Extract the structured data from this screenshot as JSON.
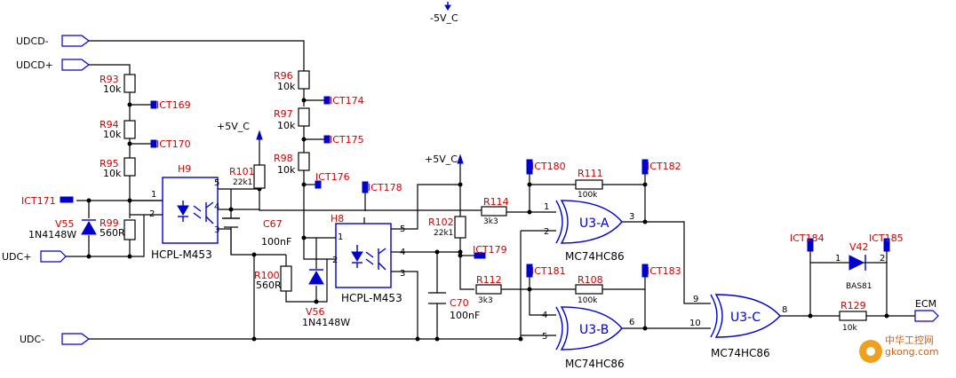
{
  "ports": {
    "udcd_minus": "UDCD-",
    "udcd_plus": "UDCD+",
    "udc_plus": "UDC+",
    "udc_minus": "UDC-",
    "ecm": "ECM"
  },
  "supplies": {
    "neg5v_top": "-5V_C",
    "pos5v_left": "+5V_C",
    "pos5v_right": "+5V_C"
  },
  "resistors": {
    "R93": {
      "ref": "R93",
      "value": "10k"
    },
    "R94": {
      "ref": "R94",
      "value": "10k"
    },
    "R95": {
      "ref": "R95",
      "value": "10k"
    },
    "R99": {
      "ref": "R99",
      "value": "560R"
    },
    "R101": {
      "ref": "R101",
      "value": "22k1"
    },
    "R96": {
      "ref": "R96",
      "value": "10k"
    },
    "R97": {
      "ref": "R97",
      "value": "10k"
    },
    "R98": {
      "ref": "R98",
      "value": "10k"
    },
    "R100": {
      "ref": "R100",
      "value": "560R"
    },
    "R102": {
      "ref": "R102",
      "value": "22k1"
    },
    "R114": {
      "ref": "R114",
      "value": "3k3"
    },
    "R112": {
      "ref": "R112",
      "value": "3k3"
    },
    "R111": {
      "ref": "R111",
      "value": "100k"
    },
    "R108": {
      "ref": "R108",
      "value": "100k"
    },
    "R129": {
      "ref": "R129",
      "value": "10k"
    }
  },
  "capacitors": {
    "C67": {
      "ref": "C67",
      "value": "100nF"
    },
    "C70": {
      "ref": "C70",
      "value": "100nF"
    }
  },
  "diodes": {
    "V55": {
      "ref": "V55",
      "value": "1N4148W"
    },
    "V56": {
      "ref": "V56",
      "value": "1N4148W"
    },
    "V42": {
      "ref": "V42",
      "value": "BAS81"
    }
  },
  "optos": {
    "H9": {
      "ref": "H9",
      "part": "HCPL-M453"
    },
    "H8": {
      "ref": "H8",
      "part": "HCPL-M453"
    }
  },
  "gates": {
    "U3A": {
      "label": "U3-A",
      "part": "MC74HC86"
    },
    "U3B": {
      "label": "U3-B",
      "part": "MC74HC86"
    },
    "U3C": {
      "label": "U3-C",
      "part": "MC74HC86"
    }
  },
  "test_points": {
    "ICT169": "ICT169",
    "ICT170": "ICT170",
    "ICT171": "ICT171",
    "ICT174": "ICT174",
    "ICT175": "ICT175",
    "ICT176": "ICT176",
    "ICT178": "ICT178",
    "ICT179": "ICT179",
    "ICT180": "ICT180",
    "ICT181": "ICT181",
    "ICT182": "ICT182",
    "ICT183": "ICT183",
    "ICT184": "ICT184",
    "ICT185": "ICT185"
  },
  "pins": {
    "h9_p1": "1",
    "h9_p2": "2",
    "h9_p3": "3",
    "h9_p4": "4",
    "h9_p5": "5",
    "h8_p1": "1",
    "h8_p2": "2",
    "h8_p3": "3",
    "h8_p4": "4",
    "h8_p5": "5",
    "u3a_p1": "1",
    "u3a_p2": "2",
    "u3a_p3": "3",
    "u3b_p4": "4",
    "u3b_p5": "5",
    "u3b_p6": "6",
    "u3c_p9": "9",
    "u3c_p10": "10",
    "u3c_p8": "8",
    "v42_p1": "1",
    "v42_p2": "2"
  },
  "watermark": {
    "cn": "中华工控网",
    "url": "gkong.com"
  },
  "colors": {
    "wire": "#000000",
    "symbol": "#0000cc",
    "ref": "#d00000"
  }
}
